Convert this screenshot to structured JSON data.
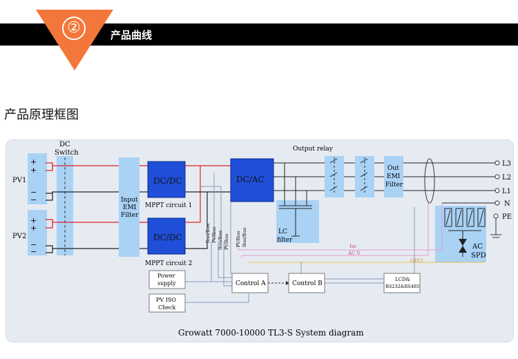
{
  "banner": {
    "number": "②",
    "title": "产品曲线"
  },
  "section": {
    "title": "产品原理框图"
  },
  "diagram": {
    "labels": {
      "dc_switch_1": "DC",
      "dc_switch_2": "Switch",
      "pv1": "PV1",
      "pv2": "PV2",
      "input_emi_1": "Input",
      "input_emi_2": "EMI",
      "input_emi_3": "Filter",
      "dcdc1": "DC/DC",
      "dcdc2": "DC/DC",
      "mppt1": "MPPT circuit 1",
      "mppt2": "MPPT circuit 2",
      "dcac": "DC/AC",
      "lc_1": "LC",
      "lc_2": "filter",
      "output_relay": "Output relay",
      "out_emi_1": "Out",
      "out_emi_2": "EMI",
      "out_emi_3": "Filter",
      "l3": "L3",
      "l2": "L2",
      "l1": "L1",
      "n": "N",
      "pe": "PE",
      "ac_spd_1": "AC",
      "ac_spd_2": "SPD",
      "isc": "Isc",
      "acv": "AC V",
      "gfci": "GFCI",
      "power_supply_1": "Power",
      "power_supply_2": "supply",
      "pv_iso_1": "PV ISO",
      "pv_iso_2": "Check",
      "control_a": "Control A",
      "control_b": "Control B",
      "lcd_1": "LCD&",
      "lcd_2": "RS232&RS485",
      "sig1": "Ibus/Ibus",
      "sig2": "PV/Ibus",
      "sig3": "Ibus/Ibus",
      "sig4": "PV/Ibus",
      "sig5": "PV/Ibus",
      "sig6": "Ibus/Ibus",
      "plus": "+",
      "minus": "−",
      "caption": "Growatt 7000-10000 TL3-S System diagram"
    },
    "colors": {
      "block_dark": "#1f4fd8",
      "block_light": "#a9d2f5",
      "red": "#e0202a",
      "signal_pink": "#e59ad0",
      "signal_yellow": "#e8c24a",
      "signal_grey": "#8a97b8",
      "banner_orange": "#f3773a"
    }
  }
}
